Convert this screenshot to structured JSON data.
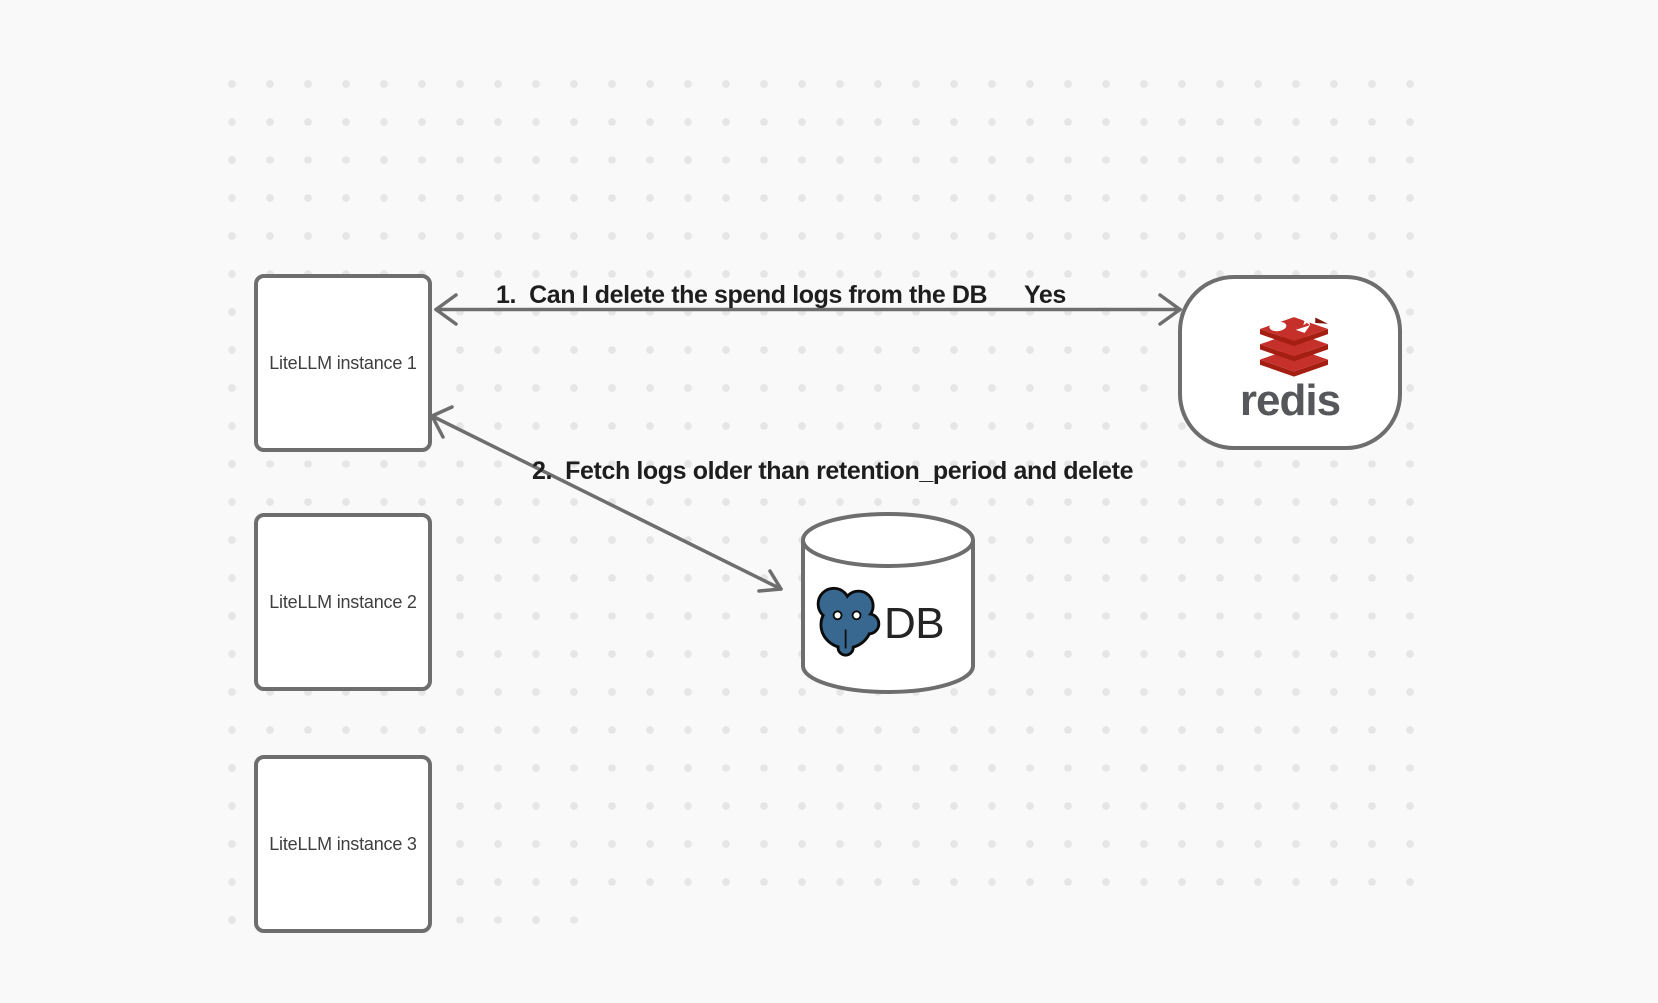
{
  "colors": {
    "background": "#F9F9F9",
    "dot": "#E6E6E6",
    "stroke_gray": "#6E6E6E",
    "annotation_text": "#1E1E1E",
    "node_text": "#3F3F3F",
    "node_fill": "#FFFFFF",
    "redis_red": "#C6302B",
    "redis_red_dark": "#A41E11",
    "redis_wordmark_gray": "#56575B",
    "postgres_blue": "#38678F",
    "db_text": "#242424"
  },
  "diagram": {
    "instances": [
      {
        "label": "LiteLLM instance 1"
      },
      {
        "label": "LiteLLM instance 2"
      },
      {
        "label": "LiteLLM instance 3"
      }
    ],
    "redis": {
      "wordmark": "redis",
      "icon": "redis-logo"
    },
    "db": {
      "label": "DB",
      "icon": "postgresql-elephant"
    },
    "edges": {
      "edge1": {
        "label": "1.  Can I delete the spend logs from the DB",
        "answer": "Yes",
        "from": "LiteLLM instance 1",
        "to": "redis"
      },
      "edge2": {
        "label": "2.  Fetch logs older than retention_period and delete",
        "from": "LiteLLM instance 1",
        "to": "DB"
      }
    }
  }
}
